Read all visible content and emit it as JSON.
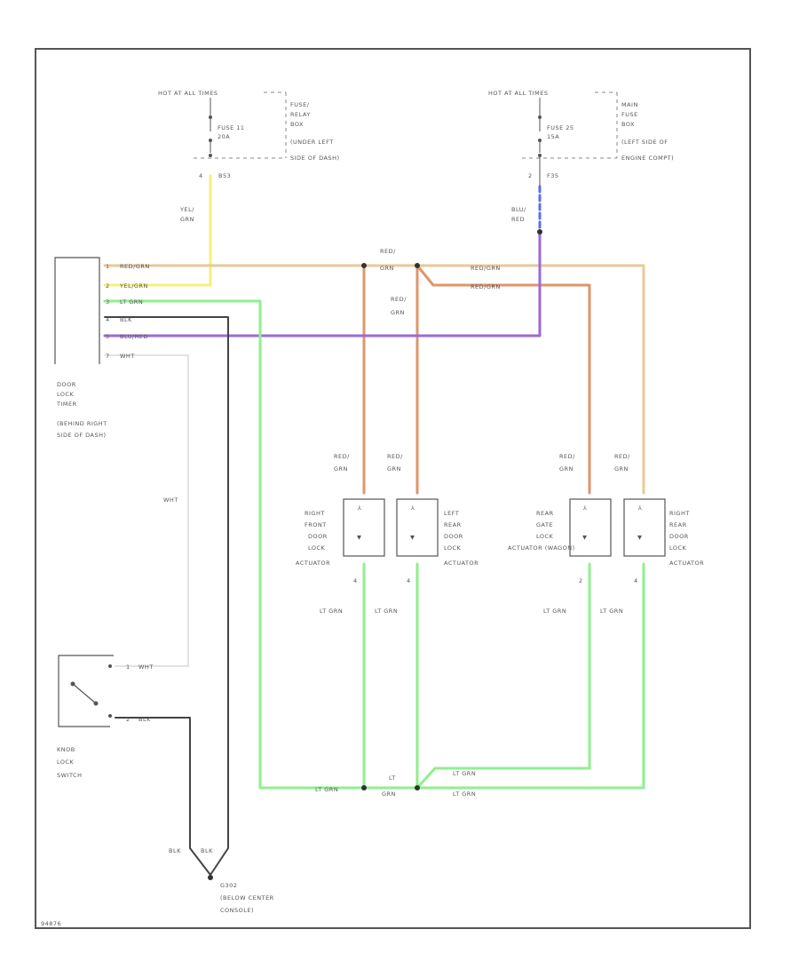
{
  "fuse_left": {
    "hot": "HOT AT ALL TIMES",
    "fuse": "FUSE 11",
    "rating": "20A",
    "box_lines": [
      "FUSE/",
      "RELAY",
      "BOX",
      "(UNDER LEFT",
      "SIDE OF DASH)"
    ],
    "pin": "4",
    "conn": "B53"
  },
  "fuse_right": {
    "hot": "HOT AT ALL TIMES",
    "fuse": "FUSE 25",
    "rating": "15A",
    "box_lines": [
      "MAIN",
      "FUSE",
      "BOX",
      "(LEFT SIDE OF",
      "ENGINE COMPT)"
    ],
    "pin": "2",
    "conn": "F35"
  },
  "wire_labels": {
    "yel_grn": [
      "YEL/",
      "GRN"
    ],
    "blu_red": [
      "BLU/",
      "RED"
    ],
    "red_grn_node": [
      "RED/",
      "GRN"
    ],
    "red_grn_mid": [
      "RED/",
      "GRN"
    ],
    "red_grn_a": "RED/GRN",
    "red_grn_b": "RED/GRN",
    "wht": "WHT",
    "blk_left": "BLK",
    "blk_right": "BLK",
    "lt_grn_bottom_left": "LT GRN",
    "lt_grn_bottom_node": [
      "LT",
      "GRN"
    ],
    "lt_grn_bottom_r1": "LT GRN",
    "lt_grn_bottom_r2": "LT GRN"
  },
  "timer": {
    "pins": [
      {
        "num": "1",
        "color": "RED/GRN"
      },
      {
        "num": "2",
        "color": "YEL/GRN"
      },
      {
        "num": "3",
        "color": "LT GRN"
      },
      {
        "num": "4",
        "color": "BLK"
      },
      {
        "num": "5",
        "color": "BLU/RED"
      },
      {
        "num": "7",
        "color": "WHT"
      }
    ],
    "label_lines": [
      "DOOR",
      "LOCK",
      "TIMER",
      "(BEHIND RIGHT",
      "SIDE OF DASH)"
    ]
  },
  "actuators": [
    {
      "top_label": [
        "RED/",
        "GRN"
      ],
      "name_lines": [
        "RIGHT",
        "FRONT",
        "DOOR",
        "LOCK",
        "ACTUATOR"
      ],
      "pin": "4",
      "bottom_label": "LT GRN"
    },
    {
      "top_label": [
        "RED/",
        "GRN"
      ],
      "name_lines": [
        "LEFT",
        "REAR",
        "DOOR",
        "LOCK",
        "ACTUATOR"
      ],
      "pin": "4",
      "bottom_label": "LT GRN"
    },
    {
      "top_label": [
        "RED/",
        "GRN"
      ],
      "name_lines": [
        "REAR",
        "GATE",
        "LOCK",
        "ACTUATOR (WAGON)"
      ],
      "pin": "2",
      "bottom_label": "LT GRN"
    },
    {
      "top_label": [
        "RED/",
        "GRN"
      ],
      "name_lines": [
        "RIGHT",
        "REAR",
        "DOOR",
        "LOCK",
        "ACTUATOR"
      ],
      "pin": "4",
      "bottom_label": "LT GRN"
    }
  ],
  "knob_switch": {
    "pin1": "1",
    "pin1_color": "WHT",
    "pin2": "2",
    "pin2_color": "BLK",
    "label_lines": [
      "KNOB",
      "LOCK",
      "SWITCH"
    ]
  },
  "ground": {
    "label_lines": [
      "G302",
      "(BELOW CENTER",
      "CONSOLE)"
    ]
  },
  "footer_code": "94876",
  "colors": {
    "yellow": "#f5f07a",
    "tan": "#e8c89a",
    "orange": "#e0956a",
    "green": "#8ef08e",
    "purple": "#9a6ad6",
    "blue": "#5a6ef0",
    "black": "#444444",
    "white_wire": "#d8d8d8"
  }
}
